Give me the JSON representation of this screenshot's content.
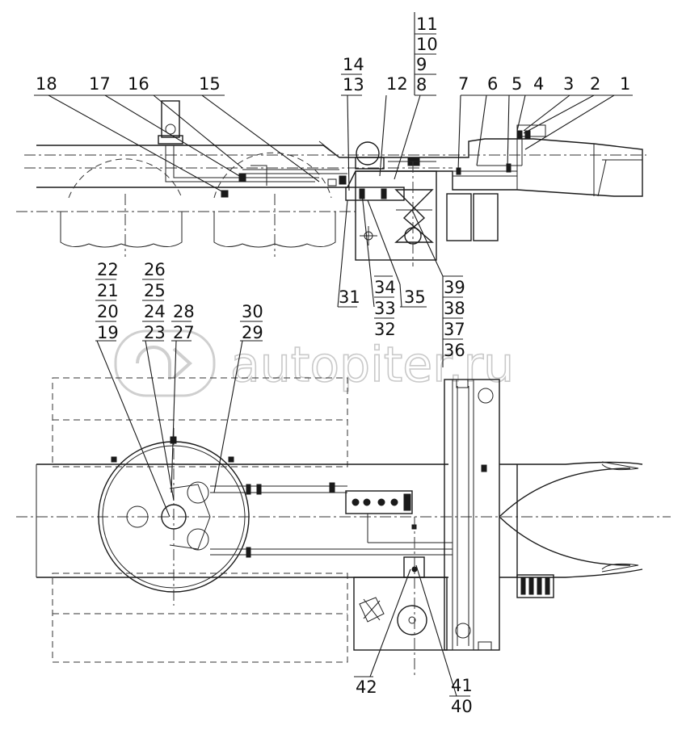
{
  "watermark": "autopiter.ru",
  "callouts_top": [
    "1",
    "2",
    "3",
    "4",
    "5",
    "6",
    "7",
    "8",
    "9",
    "10",
    "11",
    "12",
    "13",
    "14",
    "15",
    "16",
    "17",
    "18"
  ],
  "callouts_mid": [
    "31",
    "32",
    "33",
    "34",
    "35",
    "36",
    "37",
    "38",
    "39"
  ],
  "callouts_left": [
    "19",
    "20",
    "21",
    "22",
    "23",
    "24",
    "25",
    "26",
    "27",
    "28",
    "29",
    "30"
  ],
  "callouts_bottom": [
    "40",
    "41",
    "42"
  ]
}
